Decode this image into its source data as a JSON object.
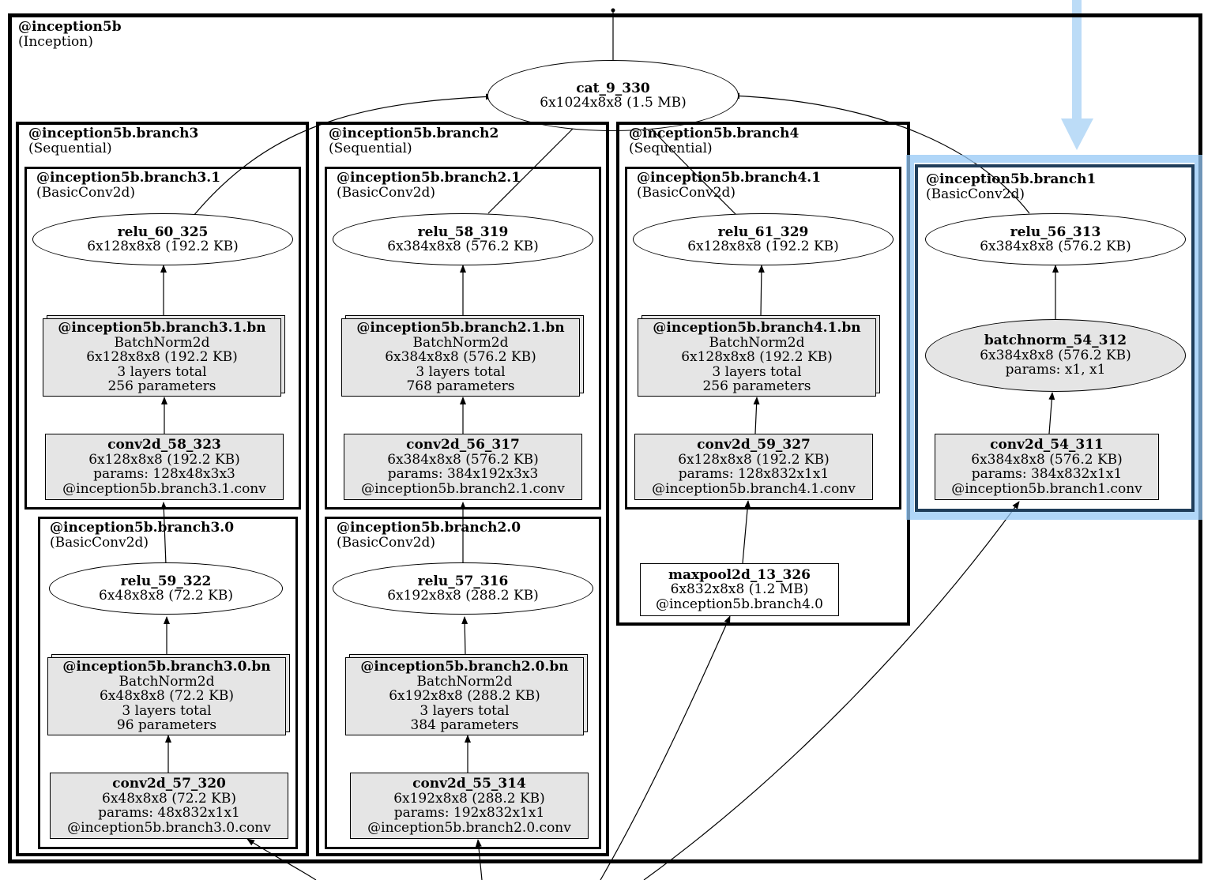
{
  "outer": {
    "title": "@inception5b",
    "subtitle": "(Inception)"
  },
  "top_node": {
    "name": "cat_9_330",
    "shape": "6x1024x8x8 (1.5 MB)"
  },
  "branch3": {
    "title": "@inception5b.branch3",
    "subtitle": "(Sequential)",
    "b31": {
      "title": "@inception5b.branch3.1",
      "subtitle": "(BasicConv2d)",
      "relu": {
        "name": "relu_60_325",
        "shape": "6x128x8x8 (192.2 KB)"
      },
      "bn": {
        "name": "@inception5b.branch3.1.bn",
        "type": "BatchNorm2d",
        "shape": "6x128x8x8 (192.2 KB)",
        "layers": "3 layers total",
        "params": "256 parameters"
      },
      "conv": {
        "name": "conv2d_58_323",
        "shape": "6x128x8x8 (192.2 KB)",
        "params": "params: 128x48x3x3",
        "module": "@inception5b.branch3.1.conv"
      }
    },
    "b30": {
      "title": "@inception5b.branch3.0",
      "subtitle": "(BasicConv2d)",
      "relu": {
        "name": "relu_59_322",
        "shape": "6x48x8x8 (72.2 KB)"
      },
      "bn": {
        "name": "@inception5b.branch3.0.bn",
        "type": "BatchNorm2d",
        "shape": "6x48x8x8 (72.2 KB)",
        "layers": "3 layers total",
        "params": "96 parameters"
      },
      "conv": {
        "name": "conv2d_57_320",
        "shape": "6x48x8x8 (72.2 KB)",
        "params": "params: 48x832x1x1",
        "module": "@inception5b.branch3.0.conv"
      }
    }
  },
  "branch2": {
    "title": "@inception5b.branch2",
    "subtitle": "(Sequential)",
    "b21": {
      "title": "@inception5b.branch2.1",
      "subtitle": "(BasicConv2d)",
      "relu": {
        "name": "relu_58_319",
        "shape": "6x384x8x8 (576.2 KB)"
      },
      "bn": {
        "name": "@inception5b.branch2.1.bn",
        "type": "BatchNorm2d",
        "shape": "6x384x8x8 (576.2 KB)",
        "layers": "3 layers total",
        "params": "768 parameters"
      },
      "conv": {
        "name": "conv2d_56_317",
        "shape": "6x384x8x8 (576.2 KB)",
        "params": "params: 384x192x3x3",
        "module": "@inception5b.branch2.1.conv"
      }
    },
    "b20": {
      "title": "@inception5b.branch2.0",
      "subtitle": "(BasicConv2d)",
      "relu": {
        "name": "relu_57_316",
        "shape": "6x192x8x8 (288.2 KB)"
      },
      "bn": {
        "name": "@inception5b.branch2.0.bn",
        "type": "BatchNorm2d",
        "shape": "6x192x8x8 (288.2 KB)",
        "layers": "3 layers total",
        "params": "384 parameters"
      },
      "conv": {
        "name": "conv2d_55_314",
        "shape": "6x192x8x8 (288.2 KB)",
        "params": "params: 192x832x1x1",
        "module": "@inception5b.branch2.0.conv"
      }
    }
  },
  "branch4": {
    "title": "@inception5b.branch4",
    "subtitle": "(Sequential)",
    "b41": {
      "title": "@inception5b.branch4.1",
      "subtitle": "(BasicConv2d)",
      "relu": {
        "name": "relu_61_329",
        "shape": "6x128x8x8 (192.2 KB)"
      },
      "bn": {
        "name": "@inception5b.branch4.1.bn",
        "type": "BatchNorm2d",
        "shape": "6x128x8x8 (192.2 KB)",
        "layers": "3 layers total",
        "params": "256 parameters"
      },
      "conv": {
        "name": "conv2d_59_327",
        "shape": "6x128x8x8 (192.2 KB)",
        "params": "params: 128x832x1x1",
        "module": "@inception5b.branch4.1.conv"
      }
    },
    "pool": {
      "name": "maxpool2d_13_326",
      "shape": "6x832x8x8 (1.2 MB)",
      "module": "@inception5b.branch4.0"
    }
  },
  "branch1": {
    "title": "@inception5b.branch1",
    "subtitle": "(BasicConv2d)",
    "relu": {
      "name": "relu_56_313",
      "shape": "6x384x8x8 (576.2 KB)"
    },
    "bn": {
      "name": "batchnorm_54_312",
      "shape": "6x384x8x8 (576.2 KB)",
      "params": "params: x1, x1"
    },
    "conv": {
      "name": "conv2d_54_311",
      "shape": "6x384x8x8 (576.2 KB)",
      "params": "params: 384x832x1x1",
      "module": "@inception5b.branch1.conv"
    }
  },
  "colors": {
    "node_fill": "#e5e5e5",
    "highlight": "#96c8f5",
    "stroke": "#000000"
  }
}
